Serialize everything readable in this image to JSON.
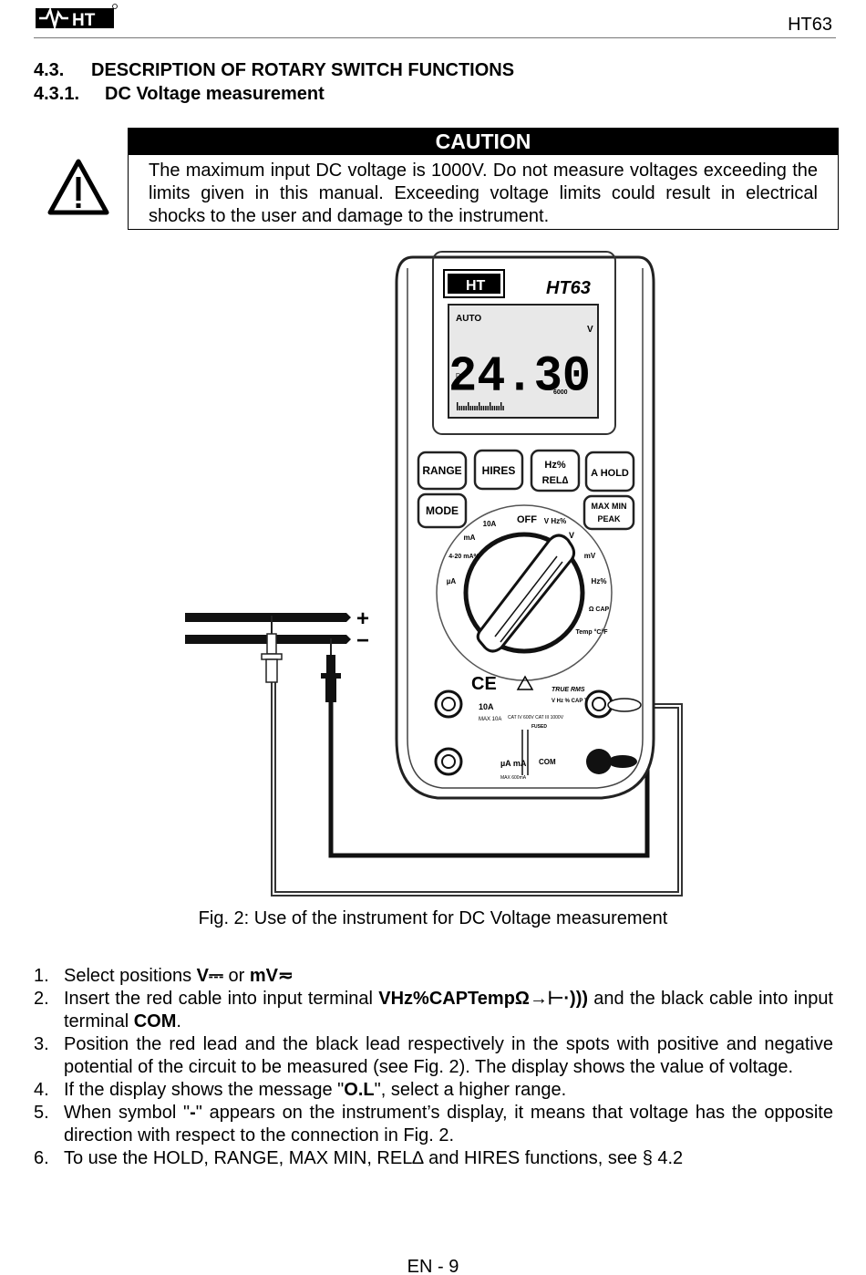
{
  "header": {
    "brand": "HT",
    "model": "HT63"
  },
  "section": {
    "number": "4.3.",
    "title": "DESCRIPTION OF ROTARY SWITCH FUNCTIONS",
    "sub_number": "4.3.1.",
    "sub_title": "DC Voltage measurement"
  },
  "caution": {
    "title": "CAUTION",
    "text": "The maximum input DC voltage is 1000V. Do not measure voltages exceeding the limits given in this manual. Exceeding voltage limits could result in electrical shocks to the user and damage to the instrument."
  },
  "meter": {
    "brand": "HT",
    "model": "HT63",
    "display": {
      "mode": "AUTO",
      "unit": "V",
      "type": "DC",
      "reading": "24.30",
      "range": "6000"
    },
    "buttons": [
      "RANGE",
      "HIRES",
      "Hz%",
      "REL∆",
      "A HOLD",
      "MODE",
      "MAX MIN",
      "PEAK"
    ],
    "dial": {
      "off": "OFF",
      "positions": [
        "10A",
        "mA",
        "4-20 mA%",
        "µA",
        "V Hz%",
        "V",
        "mV",
        "Hz%",
        "Ω CAP",
        "Temp °C°F"
      ]
    },
    "labels": {
      "true_rms": "TRUE RMS",
      "input": "V Hz % CAP Temp Ω",
      "ten_a": "10A",
      "ten_a_max": "MAX 10A",
      "cat": "CAT IV 600V CAT III 1000V",
      "fused": "FUSED",
      "ua_ma": "µA mA",
      "ua_max": "MAX 600mA",
      "com": "COM",
      "ce": "CE"
    },
    "circuit": {
      "plus": "+",
      "minus": "−"
    }
  },
  "figure_caption": "Fig. 2: Use of the instrument for DC Voltage measurement",
  "steps": [
    {
      "n": "1.",
      "a": "Select positions ",
      "b1": "V",
      "sym1": "⎓",
      "c": " or ",
      "b2": "mV",
      "sym2": "≂"
    },
    {
      "n": "2.",
      "a": "Insert the red cable into input terminal ",
      "b1": "VHz%CAPTempΩ",
      "sym1": "→⊢·)))",
      "c": " and the black cable into input terminal ",
      "b2": "COM",
      "d": "."
    },
    {
      "n": "3.",
      "a": "Position the red lead and the black lead respectively in the spots with positive and negative potential of the circuit to be measured (see Fig. 2). The display shows the value of voltage."
    },
    {
      "n": "4.",
      "a": "If the display shows the message \"",
      "b1": "O.L",
      "c": "\", select a higher range."
    },
    {
      "n": "5.",
      "a": "When symbol \"",
      "b1": "-",
      "c": "\" appears on the instrument’s display, it means that voltage has the opposite direction with respect to the connection in Fig. 2."
    },
    {
      "n": "6.",
      "a": "To use the HOLD, RANGE, MAX MIN, REL∆ and HIRES functions, see § 4.2"
    }
  ],
  "footer": {
    "page": "EN - 9"
  }
}
